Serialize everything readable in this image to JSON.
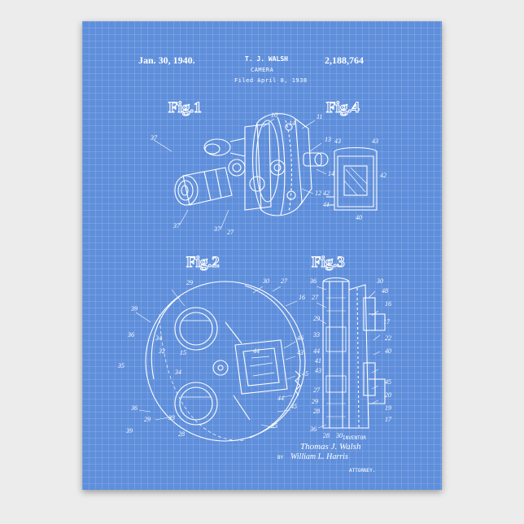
{
  "header": {
    "date": "Jan. 30, 1940.",
    "inventor_name": "T. J. WALSH",
    "patent_number": "2,188,764",
    "title": "CAMERA",
    "filed": "Filed April 8, 1938"
  },
  "figures": {
    "fig1": "Fig.1",
    "fig2": "Fig.2",
    "fig3": "Fig.3",
    "fig4": "Fig.4"
  },
  "signature": {
    "inventor_label": "INVENTOR",
    "inventor_signature": "Thomas J. Walsh",
    "by": "BY",
    "attorney_signature": "William L. Harris",
    "attorney_label": "ATTORNEY."
  },
  "colors": {
    "background": "#ececec",
    "blueprint": "#5f8fdb",
    "ink": "#ffffff"
  },
  "ref_numbers": {
    "fig1": [
      "37",
      "10",
      "11",
      "13",
      "14",
      "12",
      "37",
      "37",
      "27",
      "14"
    ],
    "fig4": [
      "43",
      "43",
      "42",
      "42",
      "41",
      "40"
    ],
    "fig2": [
      "29",
      "30",
      "27",
      "16",
      "39",
      "36",
      "34",
      "32",
      "15",
      "44",
      "46",
      "43",
      "35",
      "34",
      "45",
      "44",
      "45",
      "36",
      "29",
      "33",
      "28",
      "39",
      "35"
    ],
    "fig3": [
      "36",
      "27",
      "30",
      "48",
      "16",
      "29",
      "17",
      "33",
      "22",
      "40",
      "44",
      "41",
      "43",
      "45",
      "20",
      "27",
      "29",
      "28",
      "19",
      "17",
      "36",
      "28",
      "30"
    ]
  }
}
